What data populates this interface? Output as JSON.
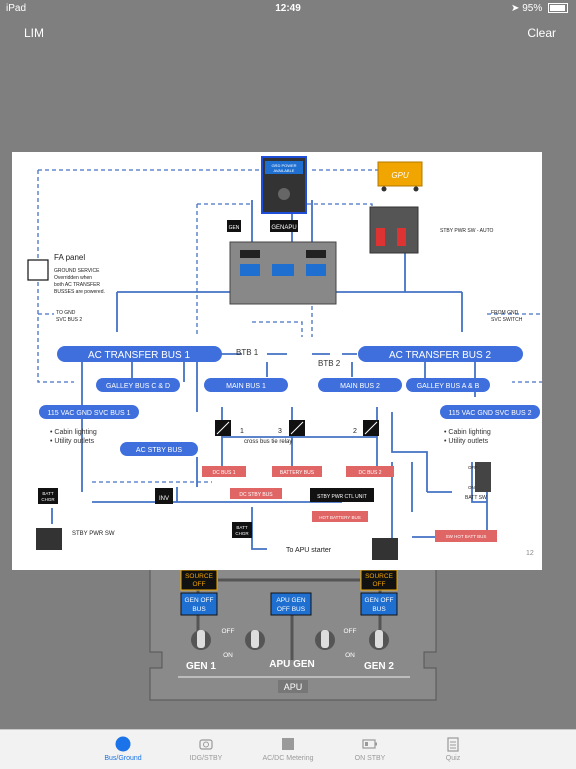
{
  "status": {
    "carrier": "iPad",
    "time": "12:49",
    "battery": "95%"
  },
  "nav": {
    "left": "LIM",
    "right": "Clear"
  },
  "diagram": {
    "page_number": "12",
    "ac_bus1": "AC TRANSFER BUS 1",
    "ac_bus2": "AC TRANSFER BUS 2",
    "galley_cd": "GALLEY BUS C & D",
    "main_bus1": "MAIN BUS 1",
    "main_bus2": "MAIN BUS 2",
    "galley_ab": "GALLEY BUS A & B",
    "gnd_svc1": "115 VAC GND SVC BUS 1",
    "gnd_svc2": "115 VAC GND SVC BUS 2",
    "ac_stby": "AC STBY BUS",
    "cabin1": "Cabin lighting",
    "util1": "Utility outlets",
    "cabin2": "Cabin lighting",
    "util2": "Utility outlets",
    "btb1": "BTB 1",
    "btb2": "BTB 2",
    "fa_title": "FA panel",
    "fa_note": [
      "GROUND SERVICE",
      "Overridden when",
      "both AC TRANSFER",
      "BUSSES are powered."
    ],
    "to_gnd": [
      "TO GND",
      "SVC BUS 2"
    ],
    "from_gnd": [
      "FROM GND",
      "SVC SWITCH"
    ],
    "stby_pwr_sw_auto": "STBY PWR SW - AUTO",
    "gpu": "GPU",
    "dc1": "DC BUS 1",
    "dc2": "DC BUS 2",
    "batt_bus": "BATTERY BUS",
    "dc_stby": "DC STBY BUS",
    "stby_ctl": "STBY PWR CTL UNIT",
    "hot_batt": "HOT BATTERY BUS",
    "sw_hot_batt": "SW HOT BATT BUS",
    "crosstie": "cross bus tie relay",
    "tru1": "1",
    "tru3": "3",
    "tru2": "2",
    "inv": "INV",
    "batt_chgr": [
      "BATT",
      "CHGR"
    ],
    "batt_sw": "BATT SW",
    "stby_pwr_sw": "STBY PWR SW",
    "apu_starter": "To APU starter",
    "off": "OFF",
    "on": "ON",
    "grd_pwr": [
      "GRD POWER",
      "AVAILABLE"
    ],
    "gen": "GEN",
    "apu": "APU"
  },
  "panel": {
    "source_off_1": [
      "SOURCE",
      "OFF"
    ],
    "source_off_2": [
      "SOURCE",
      "OFF"
    ],
    "gen_off_1": [
      "GEN OFF",
      "BUS"
    ],
    "apu_gen_off": [
      "APU GEN",
      "OFF BUS"
    ],
    "gen_off_2": [
      "GEN OFF",
      "BUS"
    ],
    "off_a": "OFF",
    "on_a": "ON",
    "off_b": "OFF",
    "on_b": "ON",
    "gen1": "GEN 1",
    "apu_gen": "APU GEN",
    "gen2": "GEN 2",
    "apu": "APU"
  },
  "tabs": [
    {
      "label": "Bus/Ground",
      "icon": "circle-icon"
    },
    {
      "label": "IDG/STBY",
      "icon": "engine-icon"
    },
    {
      "label": "AC/DC Metering",
      "icon": "square-icon"
    },
    {
      "label": "ON STBY",
      "icon": "battery-icon"
    },
    {
      "label": "Quiz",
      "icon": "clipboard-icon"
    }
  ],
  "colors": {
    "bus_blue": "#3f6fdc",
    "line_blue": "#4472c4",
    "dc_red": "#e06666",
    "annunciator_amber": "#f0a500",
    "active_tab": "#1a73e8"
  }
}
